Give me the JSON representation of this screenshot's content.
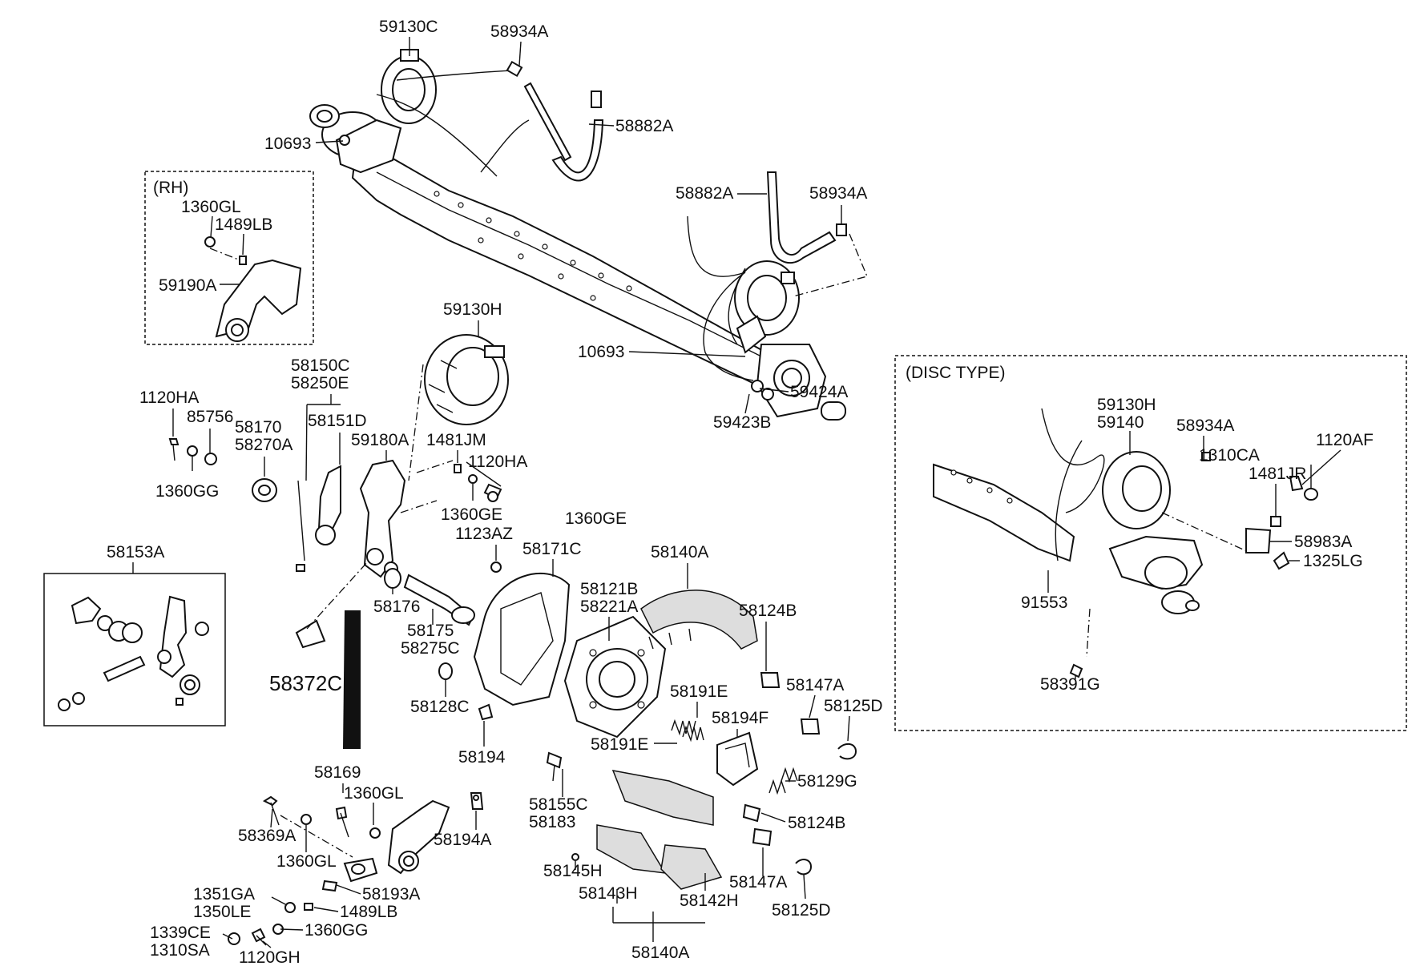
{
  "sections": {
    "rh": "(RH)",
    "disc": "(DISC TYPE)"
  },
  "labels": {
    "l59130C": "59130C",
    "l58934A_top": "58934A",
    "l58882A_top": "58882A",
    "l10693_top": "10693",
    "l1360GL_rh": "1360GL",
    "l1489LB_rh": "1489LB",
    "l59190A": "59190A",
    "l58882A_mid": "58882A",
    "l58934A_mid": "58934A",
    "l59130H": "59130H",
    "l10693_mid": "10693",
    "l59424A": "59424A",
    "l59423B": "59423B",
    "l58150C": "58150C",
    "l58250E": "58250E",
    "l1120HA_l": "1120HA",
    "l85756": "85756",
    "l58170": "58170",
    "l58270A": "58270A",
    "l58151D": "58151D",
    "l59180A": "59180A",
    "l1481JM": "1481JM",
    "l1120HA_r": "1120HA",
    "l1360GG_l": "1360GG",
    "l1360GE_a": "1360GE",
    "l1360GE_b": "1360GE",
    "l1123AZ": "1123AZ",
    "l58171C": "58171C",
    "l58140A_top": "58140A",
    "l58153A": "58153A",
    "l58121B": "58121B",
    "l58221A": "58221A",
    "l58124B_top": "58124B",
    "l58176": "58176",
    "l58175": "58175",
    "l58275C": "58275C",
    "l58372C": "58372C",
    "l58147A_top": "58147A",
    "l58125D_top": "58125D",
    "l58191E_a": "58191E",
    "l58128C": "58128C",
    "l58194F": "58194F",
    "l58191E_b": "58191E",
    "l58194": "58194",
    "l58129G": "58129G",
    "l58169": "58169",
    "l1360GL_a": "1360GL",
    "l58155C": "58155C",
    "l58183": "58183",
    "l58124B_bot": "58124B",
    "l58369A": "58369A",
    "l58194A": "58194A",
    "l1360GL_b": "1360GL",
    "l58145H": "58145H",
    "l58147A_bot": "58147A",
    "l1351GA": "1351GA",
    "l58193A": "58193A",
    "l58143H": "58143H",
    "l58142H": "58142H",
    "l58125D_bot": "58125D",
    "l1350LE": "1350LE",
    "l1489LB_b": "1489LB",
    "l1339CE": "1339CE",
    "l1360GG_b": "1360GG",
    "l1310SA": "1310SA",
    "l1120GH": "1120GH",
    "l58140A_bot": "58140A",
    "d59130H": "59130H",
    "d59140": "59140",
    "d58934A": "58934A",
    "d1120AF": "1120AF",
    "d1310CA": "1310CA",
    "d1481JR": "1481JR",
    "d58983A": "58983A",
    "d1325LG": "1325LG",
    "d91553": "91553",
    "d58391G": "58391G"
  }
}
